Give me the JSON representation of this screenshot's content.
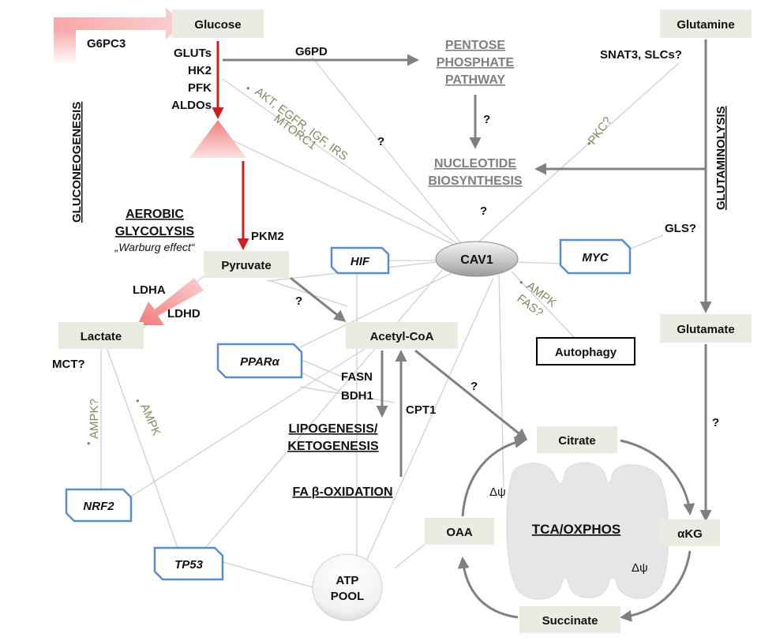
{
  "nodes": {
    "glucose": "Glucose",
    "glutamine": "Glutamine",
    "glutamate": "Glutamate",
    "pyruvate": "Pyruvate",
    "lactate": "Lactate",
    "acetyl_coa": "Acetyl-CoA",
    "citrate": "Citrate",
    "oaa": "OAA",
    "akg": "αKG",
    "succinate": "Succinate",
    "cav1": "CAV1",
    "autophagy": "Autophagy",
    "atp_pool_1": "ATP",
    "atp_pool_2": "POOL"
  },
  "regulators": {
    "hif": "HIF",
    "myc": "MYC",
    "ppara": "PPARα",
    "nrf2": "NRF2",
    "tp53": "TP53"
  },
  "pathways": {
    "ppp_1": "PENTOSE",
    "ppp_2": "PHOSPHATE",
    "ppp_3": "PATHWAY",
    "nucleotide_1": "NUCLEOTIDE",
    "nucleotide_2": "BIOSYNTHESIS",
    "gluconeogenesis": "GLUCONEOGENESIS",
    "glutaminolysis": "GLUTAMINOLYSIS",
    "aerobic_1": "AEROBIC",
    "aerobic_2": "GLYCOLYSIS",
    "warburg": "„Warburg effect“",
    "lipo_1": "LIPOGENESIS/",
    "lipo_2": "KETOGENESIS",
    "fa_oxidation": "FA β-OXIDATION",
    "tca": "TCA/OXPHOS"
  },
  "enzymes": {
    "g6pc3": "G6PC3",
    "g6pd": "G6PD",
    "gluts": "GLUTs",
    "hk2": "HK2",
    "pfk": "PFK",
    "aldos": "ALDOs",
    "pkm2": "PKM2",
    "ldha": "LDHA",
    "ldhd": "LDHD",
    "mct": "MCT?",
    "snat3": "SNAT3, SLCs?",
    "gls": "GLS?",
    "fasn": "FASN",
    "bdh1": "BDH1",
    "cpt1": "CPT1"
  },
  "signaling": {
    "akt_1": "AKT, EGFR, IGF, IRS",
    "akt_2": "MTORC1",
    "pkc": "PKC?",
    "ampk_fas_1": "AMPK",
    "ampk_fas_2": "FAS?",
    "ampk_q": "AMPK?",
    "ampk": "AMPK",
    "bullet": "•"
  },
  "marks": {
    "q": "?",
    "delta_psi": "Δψ"
  },
  "colors": {
    "node_fill": "#ecebe2",
    "arrow_gray": "#808080",
    "line_light": "#d0d0d0",
    "glycolysis_red": "#cc1f1f",
    "regulator_border": "#5b8ec8",
    "signaling_olive": "#8a8660",
    "pathway_gray": "#7f7f7f",
    "gluconeogenesis_pink": "#f6a9a9"
  }
}
